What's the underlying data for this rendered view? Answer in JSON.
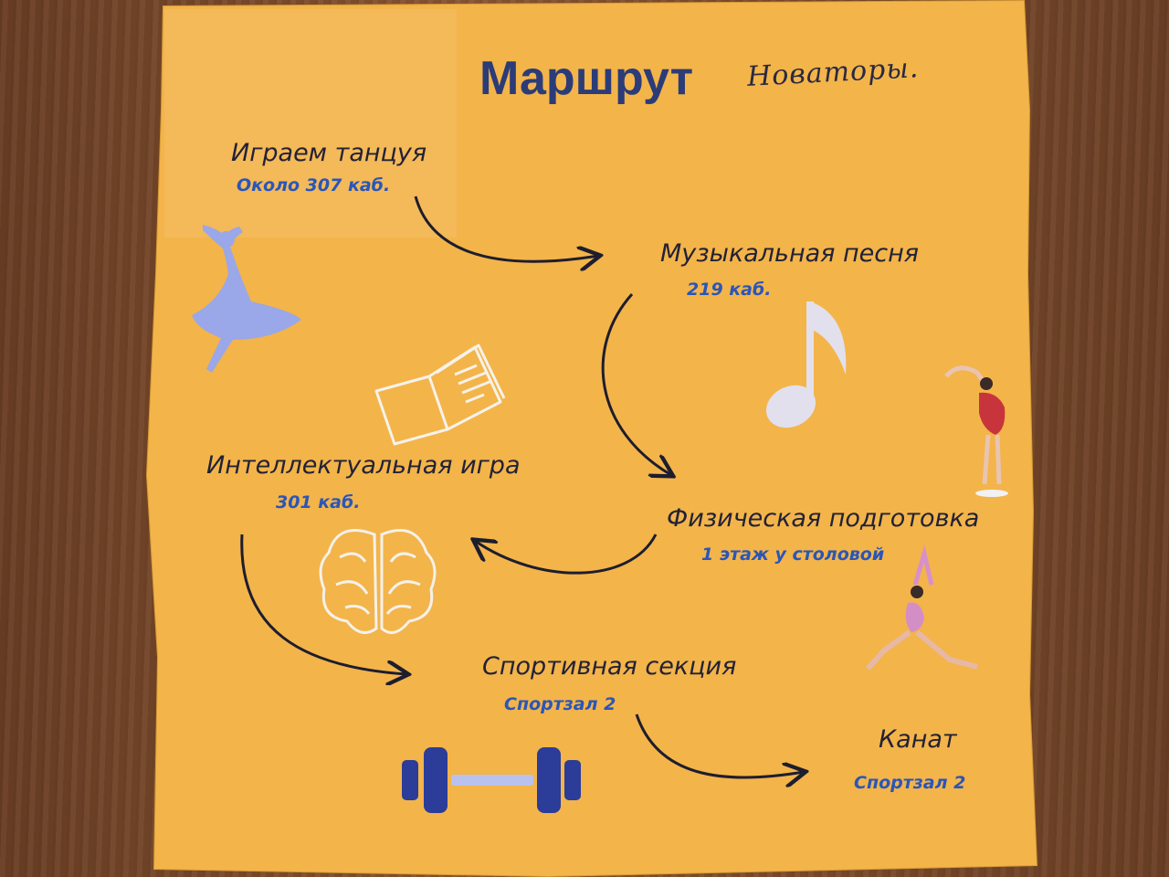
{
  "title": "Маршрут",
  "team_handwritten": "Новаторы.",
  "steps": [
    {
      "name": "Играем танцуя",
      "location": "Около 307 каб."
    },
    {
      "name": "Музыкальная песня",
      "location": "219 каб."
    },
    {
      "name": "Физическая подготовка",
      "location": "1 этаж у столовой"
    },
    {
      "name": "Интеллектуальная игра",
      "location": "301 каб."
    },
    {
      "name": "Спортивная секция",
      "location": "Спортзал 2"
    },
    {
      "name": "Канат",
      "location": "Спортзал 2"
    }
  ],
  "icons": [
    "dancer-icon",
    "music-note-icon",
    "stretching-person-icon",
    "book-icon",
    "brain-icon",
    "yoga-person-icon",
    "dumbbell-icon"
  ],
  "colors": {
    "paper": "#f3b44a",
    "title": "#2b3c78",
    "location": "#2a56b8",
    "step": "#222236"
  }
}
